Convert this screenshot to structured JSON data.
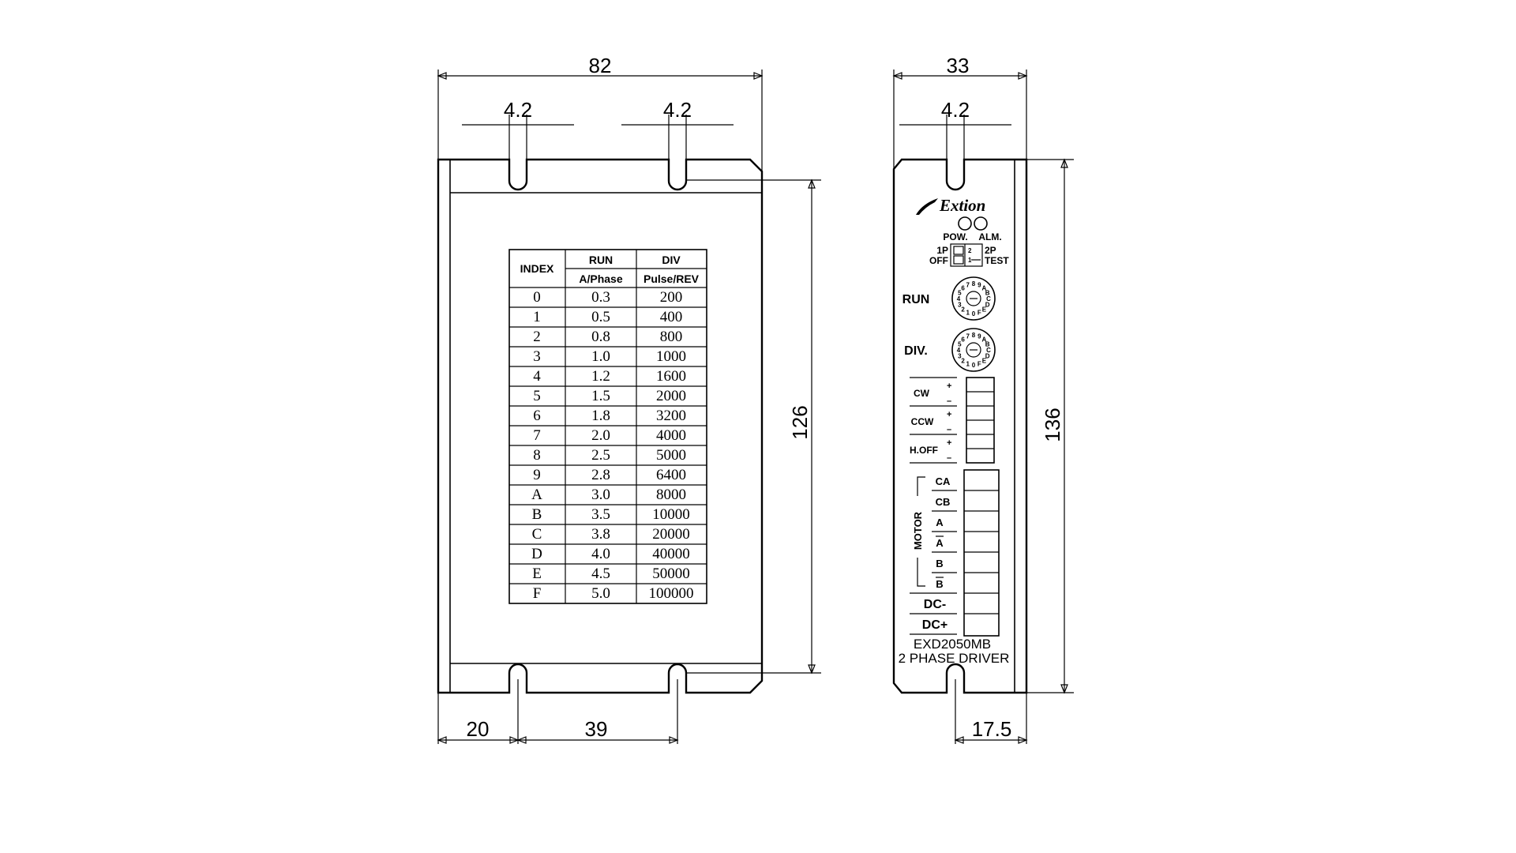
{
  "dimensions": {
    "front_width": "82",
    "slot_left": "4.2",
    "slot_right": "4.2",
    "front_height": "126",
    "bottom_left": "20",
    "bottom_spacing": "39",
    "side_width": "33",
    "side_slot": "4.2",
    "side_height": "136",
    "side_bottom": "17.5"
  },
  "table": {
    "index_header": "INDEX",
    "run_header": "RUN",
    "run_sub": "A/Phase",
    "div_header": "DIV",
    "div_sub": "Pulse/REV",
    "rows": [
      {
        "index": "0",
        "run": "0.3",
        "div": "200"
      },
      {
        "index": "1",
        "run": "0.5",
        "div": "400"
      },
      {
        "index": "2",
        "run": "0.8",
        "div": "800"
      },
      {
        "index": "3",
        "run": "1.0",
        "div": "1000"
      },
      {
        "index": "4",
        "run": "1.2",
        "div": "1600"
      },
      {
        "index": "5",
        "run": "1.5",
        "div": "2000"
      },
      {
        "index": "6",
        "run": "1.8",
        "div": "3200"
      },
      {
        "index": "7",
        "run": "2.0",
        "div": "4000"
      },
      {
        "index": "8",
        "run": "2.5",
        "div": "5000"
      },
      {
        "index": "9",
        "run": "2.8",
        "div": "6400"
      },
      {
        "index": "A",
        "run": "3.0",
        "div": "8000"
      },
      {
        "index": "B",
        "run": "3.5",
        "div": "10000"
      },
      {
        "index": "C",
        "run": "3.8",
        "div": "20000"
      },
      {
        "index": "D",
        "run": "4.0",
        "div": "40000"
      },
      {
        "index": "E",
        "run": "4.5",
        "div": "50000"
      },
      {
        "index": "F",
        "run": "5.0",
        "div": "100000"
      }
    ]
  },
  "panel": {
    "brand": "Extion",
    "pow": "POW.",
    "alm": "ALM.",
    "sw_1p": "1P",
    "sw_off": "OFF",
    "sw_2p": "2P",
    "sw_test": "TEST",
    "run": "RUN",
    "div": "DIV.",
    "dial_digits": "0123456789ABCDEF",
    "cw": "CW",
    "ccw": "CCW",
    "hoff": "H.OFF",
    "plus": "+",
    "minus": "–",
    "motor": "MOTOR",
    "ca": "CA",
    "cb": "CB",
    "a": "A",
    "a_bar": "A",
    "b": "B",
    "b_bar": "B",
    "dc_minus": "DC-",
    "dc_plus": "DC+",
    "model": "EXD2050MB",
    "desc": "2 PHASE DRIVER"
  }
}
